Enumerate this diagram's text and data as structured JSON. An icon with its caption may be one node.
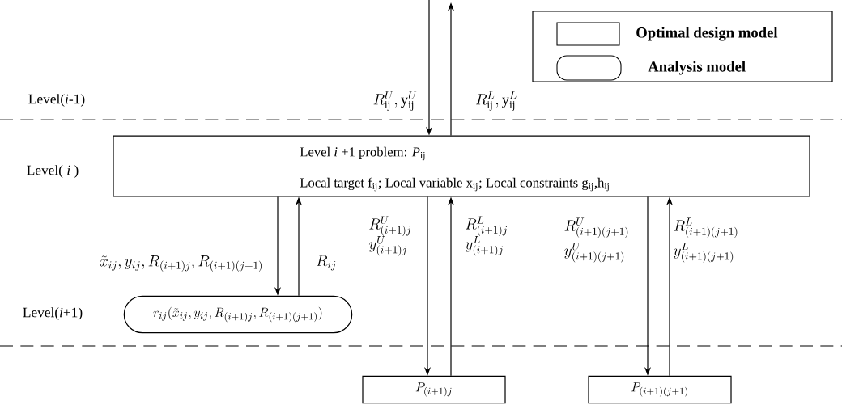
{
  "diagram": {
    "nodes": [
      {
        "text": [
          "Level *i* +1 problem: *P*$_{ij}$",
          "Local target f$_{ij}$; Local variable x$_{ij}$; Local constraints g$_{ij}$,h$_{ij}$"
        ]
      },
      {
        "text": [
          "r_{ij}(\\tilde{x}_{ij}, y_{ij}, R_{(i+1)j}, R_{(i+1)(j+1)})"
        ]
      },
      {
        "text": [
          "P_{(i+1)j}"
        ]
      },
      {
        "text": [
          "P_{(i+1)(j+1)}"
        ]
      }
    ],
    "edges": [
      {
        "from": null,
        "to": 0,
        "arrow": "to",
        "label": "R^{U}_{\\mathrm{ij}}, \\mathrm{y}^{U}_{\\mathrm{ij}}"
      },
      {
        "from": 0,
        "to": null,
        "arrow": "to",
        "label": "R^{L}_{\\mathrm{ij}}, \\mathrm{y}^{L}_{\\mathrm{ij}}"
      },
      {
        "from": 0,
        "to": 1,
        "arrow": "to",
        "label": "\\tilde{x}_{ij}, y_{ij}, R_{(i+1)j}, R_{(i+1)(j+1)}"
      },
      {
        "from": 1,
        "to": 0,
        "arrow": "to",
        "label": "R_{ij}"
      },
      {
        "from": 0,
        "to": 2,
        "arrow": "to",
        "label": "\\begin{array}{l}R^{U}_{(i+1)j}\\\\ y^{U}_{(i+1)j}\\end{array}"
      },
      {
        "from": 2,
        "to": 0,
        "arrow": "to",
        "label": "\\begin{array}{l}R^{L}_{(i+1)j}\\\\ y^{L}_{(i+1)j}\\end{array}"
      },
      {
        "from": 0,
        "to": 3,
        "arrow": "to",
        "label": "\\begin{array}{l}R^{U}_{(i+1)(j+1)}\\\\[6pt] y^{U}_{(i+1)(j+1)}\\end{array}"
      },
      {
        "from": 3,
        "to": 0,
        "arrow": "to",
        "label": "\\begin{array}{l}R^{L}_{(i+1)(j+1)}\\\\[6pt] y^{L}_{(i+1)(j+1)}\\end{array}"
      }
    ],
    "labels": [
      "Level(*i*-1)",
      "Level( *i* )",
      "Level(*i*+1)"
    ],
    "legend": [
      {
        "text": "Optimal design model"
      },
      {
        "text": "Analysis model"
      }
    ]
  }
}
